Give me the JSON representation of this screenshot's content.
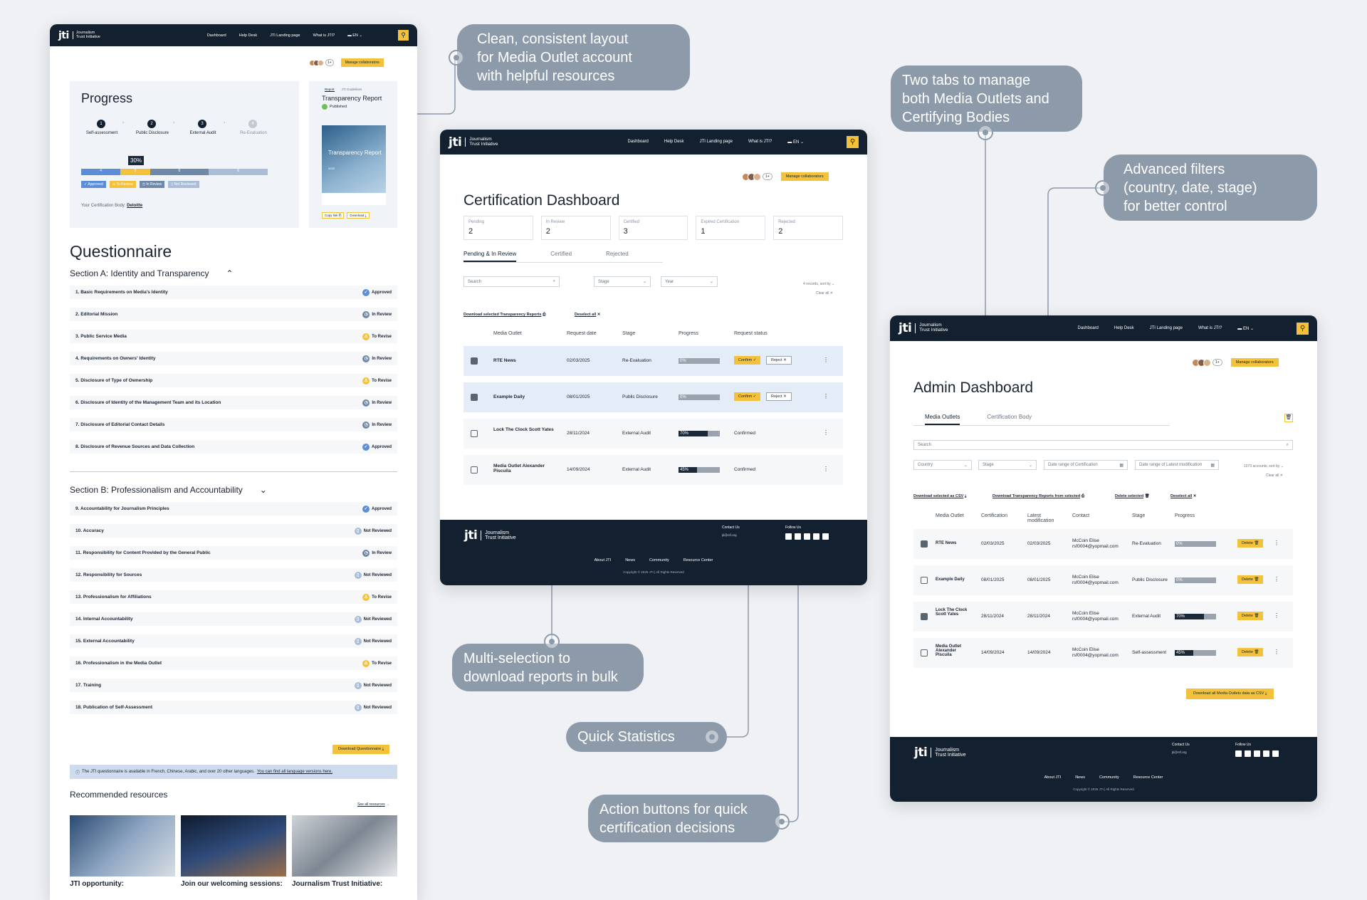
{
  "nav": {
    "logo_mark": "jti",
    "logo_line1": "Journalism",
    "logo_line2": "Trust Initiative",
    "links": [
      "Dashboard",
      "Help Desk",
      "JTI Landing page",
      "What is JTI?"
    ],
    "lang": "EN"
  },
  "manage_label": "Manage collaborators",
  "avatar_count": "1+",
  "callouts": {
    "c1": [
      "Clean, consistent layout",
      "for Media Outlet account",
      "with helpful resources"
    ],
    "c2": [
      "Two tabs to manage",
      "both Media Outlets and",
      "Certifying Bodies"
    ],
    "c3": [
      "Advanced filters",
      "(country, date, stage)",
      "for better control"
    ],
    "c4": [
      "Multi-selection to",
      "download reports in bulk"
    ],
    "c5": [
      "Quick Statistics"
    ],
    "c6": [
      "Action buttons for quick",
      "certification decisions"
    ]
  },
  "outlet": {
    "progress_title": "Progress",
    "steps": [
      {
        "n": "1",
        "label": "Self-assessment"
      },
      {
        "n": "2",
        "label": "Public Disclosure"
      },
      {
        "n": "3",
        "label": "External Audit"
      },
      {
        "n": "4",
        "label": "Re-Evaluation"
      }
    ],
    "progress_pct": "30%",
    "bar_counts": [
      "4",
      "3",
      "6",
      "6"
    ],
    "legend": [
      "Approved",
      "To Review",
      "In Review",
      "Not Reviewed"
    ],
    "cert_body_label": "Your Certification Body:",
    "cert_body_name": "Deloitte",
    "report_tabs": [
      "Report",
      "JTI Guidelines"
    ],
    "report_title": "Transparency Report",
    "report_status": "Published",
    "cover_title": "Transparency Report",
    "cover_year": "2025",
    "copy_link": "Copy link",
    "download": "Download",
    "questionnaire_title": "Questionnaire",
    "sectionA": "Section A: Identity and Transparency",
    "itemsA": [
      [
        "1. Basic Requirements on Media's Identity",
        "Approved"
      ],
      [
        "2. Editorial Mission",
        "In Review"
      ],
      [
        "3. Public Service Media",
        "To Revise"
      ],
      [
        "4. Requirements on Owners' Identity",
        "In Review"
      ],
      [
        "5. Disclosure of Type of Ownership",
        "To Revise"
      ],
      [
        "6. Disclosure of Identity of the Management Team and its Location",
        "In Review"
      ],
      [
        "7. Disclosure of Editorial Contact Details",
        "In Review"
      ],
      [
        "8. Disclosure of Revenue Sources and Data Collection",
        "Approved"
      ]
    ],
    "sectionB": "Section B: Professionalism and Accountability",
    "itemsB": [
      [
        "9. Accountability for Journalism Principles",
        "Approved"
      ],
      [
        "10. Accuracy",
        "Not Reviewed"
      ],
      [
        "11. Responsibility for Content Provided by the General Public",
        "In Review"
      ],
      [
        "12. Responsibility for Sources",
        "Not Reviewed"
      ],
      [
        "13. Professionalism for Affiliations",
        "To Revise"
      ],
      [
        "14. Internal Accountability",
        "Not Reviewed"
      ],
      [
        "15. External Accountability",
        "Not Reviewed"
      ],
      [
        "16. Professionalism in the Media Outlet",
        "To Revise"
      ],
      [
        "17. Training",
        "Not Reviewed"
      ],
      [
        "18. Publication of Self-Assessment",
        "Not Reviewed"
      ]
    ],
    "download_q": "Download Questionnaire",
    "info_text": "The JTI questionnaire is available in French, Chinese, Arabic, and over 20 other languages.",
    "info_link": "You can find all language versions here.",
    "rec_title": "Recommended resources",
    "see_all": "See all resources",
    "rec_captions": [
      "JTI opportunity:",
      "Join our welcoming sessions:",
      "Journalism Trust Initiative:"
    ]
  },
  "cert": {
    "title": "Certification Dashboard",
    "stats": [
      [
        "Pending",
        "2"
      ],
      [
        "In Review",
        "2"
      ],
      [
        "Certified",
        "3"
      ],
      [
        "Expired Certification",
        "1"
      ],
      [
        "Rejected",
        "2"
      ]
    ],
    "tabs": [
      "Pending & In Review",
      "Certified",
      "Rejected"
    ],
    "search": "Search",
    "stage": "Stage",
    "year": "Year",
    "records": "4 records, sort by",
    "clear": "Clear all",
    "dl_selected": "Download selected Transparency Reports",
    "deselect": "Deselect all",
    "cols": [
      "Media Outlet",
      "Request date",
      "Stage",
      "Progress",
      "Request status"
    ],
    "rows": [
      {
        "name": "RTE News",
        "date": "02/03/2025",
        "stage": "Re-Evaluation",
        "pct": "0%",
        "fill": 0,
        "checked": true,
        "status": "actions"
      },
      {
        "name": "Example Daily",
        "date": "08/01/2025",
        "stage": "Public Disclosure",
        "pct": "0%",
        "fill": 0,
        "checked": true,
        "status": "actions"
      },
      {
        "name": "Lock The Clock Scott Yates",
        "date": "28/11/2024",
        "stage": "External Audit",
        "pct": "70%",
        "fill": 70,
        "checked": false,
        "status": "Confirmed"
      },
      {
        "name": "Media Outlet Alexander Piscuila",
        "date": "14/09/2024",
        "stage": "External Audit",
        "pct": "45%",
        "fill": 45,
        "checked": false,
        "status": "Confirmed"
      }
    ],
    "confirm": "Confirm",
    "reject": "Reject",
    "contact": "Contact Us",
    "email": "jti@rsf.org",
    "follow": "Follow Us",
    "footlinks": [
      "About JTI",
      "News",
      "Community",
      "Resource Center"
    ],
    "copyright": "Copyright © 2025 JTI | All Rights Reserved"
  },
  "admin": {
    "title": "Admin Dashboard",
    "tabs": [
      "Media Outlets",
      "Certification Body"
    ],
    "search": "Search",
    "country": "Country",
    "stage": "Stage",
    "date_cert": "Date range of Certification",
    "date_mod": "Date range of Latest modification",
    "records": "1073 accounts, sort by",
    "clear": "Clear all",
    "dl_csv": "Download selected as CSV",
    "dl_reports": "Download Transparency Reports from selected",
    "del_selected": "Delete selected",
    "deselect": "Deselect all",
    "cols": [
      "Media Outlet",
      "Certification",
      "Latest modification",
      "Contact",
      "Stage",
      "Progress"
    ],
    "rows": [
      {
        "name": "RTE News",
        "cert": "02/03/2025",
        "mod": "02/03/2025",
        "contact1": "McCoin Elise",
        "contact2": "rsf0004@yopmail.com",
        "stage": "Re-Evaluation",
        "pct": "0%",
        "fill": 0,
        "checked": true
      },
      {
        "name": "Example Daily",
        "cert": "08/01/2025",
        "mod": "08/01/2025",
        "contact1": "McCoin Elise",
        "contact2": "rsf0004@yopmail.com",
        "stage": "Public Disclosure",
        "pct": "0%",
        "fill": 0,
        "checked": false
      },
      {
        "name": "Lock The Clock Scott Yates",
        "cert": "28/11/2024",
        "mod": "28/11/2024",
        "contact1": "McCoin Elise",
        "contact2": "rsf0004@yopmail.com",
        "stage": "External Audit",
        "pct": "70%",
        "fill": 70,
        "checked": true
      },
      {
        "name": "Media Outlet Alexander Piscuila",
        "cert": "14/09/2024",
        "mod": "14/09/2024",
        "contact1": "McCoin Elise",
        "contact2": "rsf0004@yopmail.com",
        "stage": "Self-assessment",
        "pct": "45%",
        "fill": 45,
        "checked": false
      }
    ],
    "delete": "Delete",
    "dl_all": "Download all Media Outlets data as CSV"
  }
}
